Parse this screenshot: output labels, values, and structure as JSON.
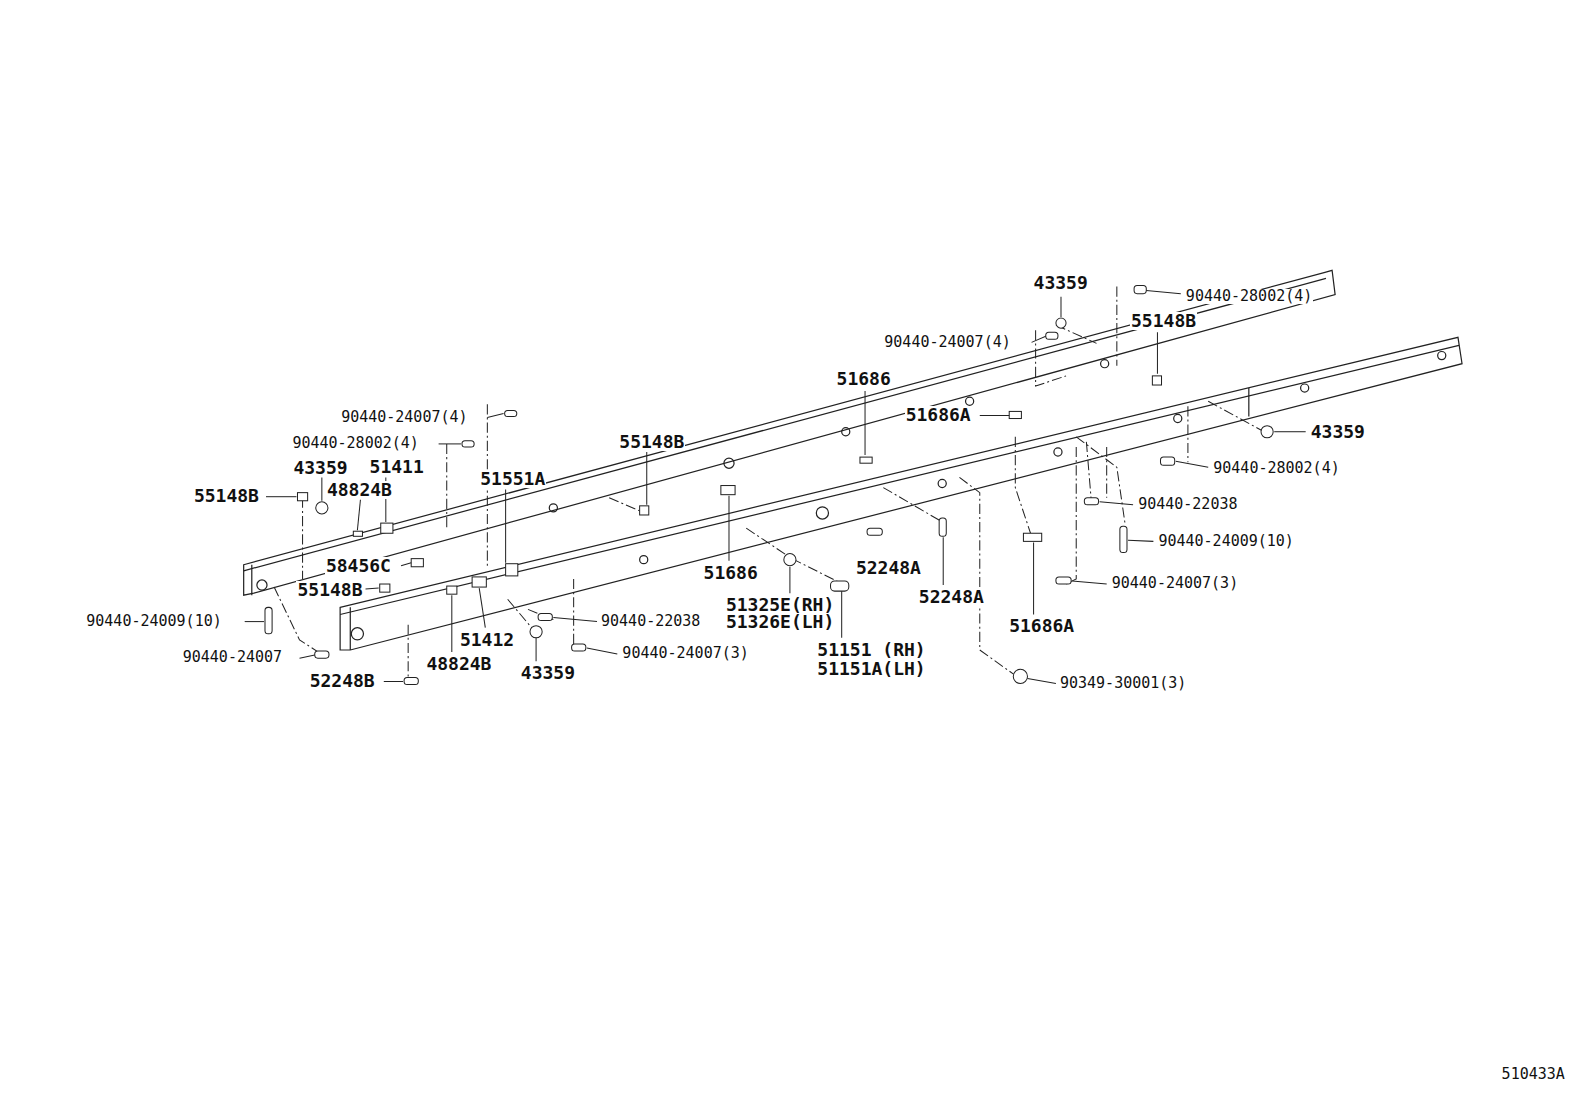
{
  "diagram": {
    "labels": [
      "43359",
      "90440-28002(4)",
      "90440-24007(4)",
      "55148B",
      "51686",
      "90440-24007(4)",
      "51686A",
      "43359",
      "90440-28002(4)",
      "55148B",
      "43359",
      "51411",
      "90440-28002(4)",
      "51551A",
      "55148B",
      "48824B",
      "90440-22038",
      "90440-24009(10)",
      "58456C",
      "51686",
      "52248A",
      "90440-24007(3)",
      "55148B",
      "52248A",
      "51325E(RH)",
      "51326E(LH)",
      "51686A",
      "90440-24009(10)",
      "90440-22038",
      "51412",
      "90440-24007",
      "90440-24007(3)",
      "51151 (RH)",
      "51151A(LH)",
      "48824B",
      "43359",
      "52248B",
      "90349-30001(3)",
      "510433A"
    ]
  }
}
